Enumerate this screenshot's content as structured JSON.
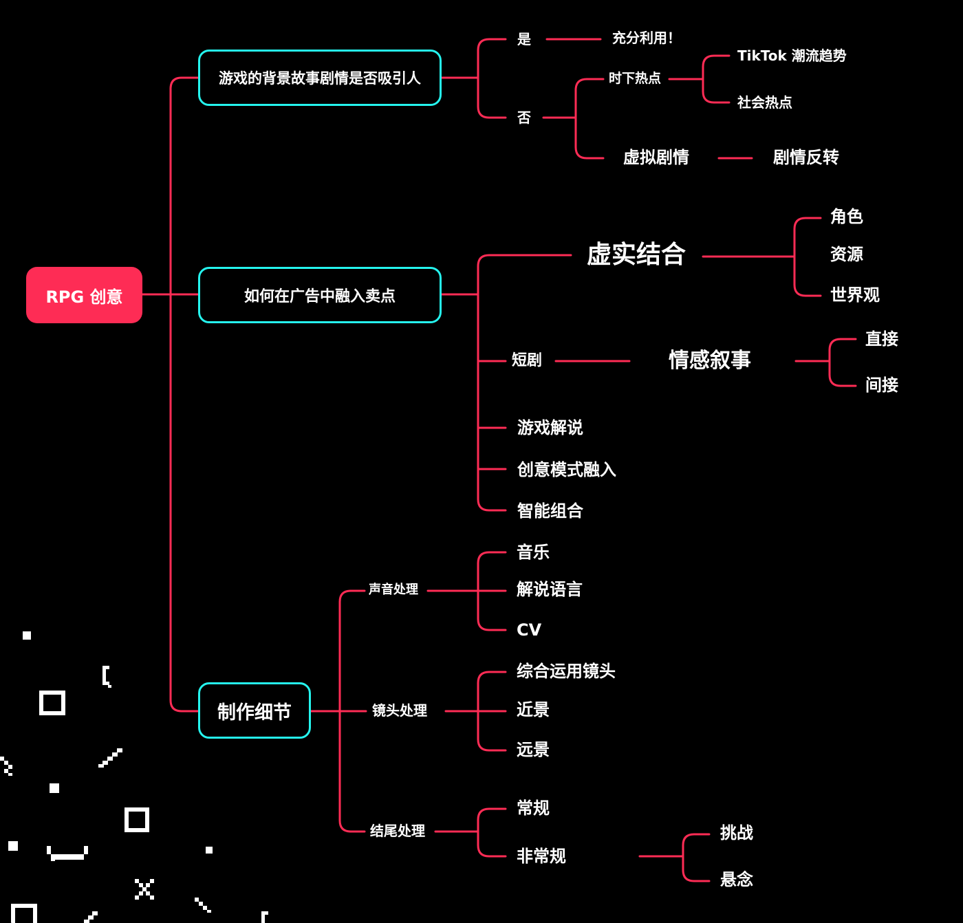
{
  "colors": {
    "background": "#000000",
    "root_fill": "#fe2c55",
    "line": "#fe2c55",
    "box_border": "#25f4ee",
    "text": "#ffffff"
  },
  "root": {
    "label": "RPG 创意"
  },
  "branch1": {
    "label": "游戏的背景故事剧情是否吸引人",
    "yes": {
      "label": "是",
      "child": "充分利用！"
    },
    "no": {
      "label": "否",
      "hot": {
        "label": "时下热点",
        "children": [
          "TikTok 潮流趋势",
          "社会热点"
        ]
      },
      "virtual": {
        "label": "虚拟剧情",
        "child": "剧情反转"
      }
    }
  },
  "branch2": {
    "label": "如何在广告中融入卖点",
    "blend": {
      "label": "虚实结合",
      "children": [
        "角色",
        "资源",
        "世界观"
      ]
    },
    "drama": {
      "label": "短剧",
      "emotion": "情感叙事",
      "children": [
        "直接",
        "间接"
      ]
    },
    "others": [
      "游戏解说",
      "创意模式融入",
      "智能组合"
    ]
  },
  "branch3": {
    "label": "制作细节",
    "sound": {
      "label": "声音处理",
      "children": [
        "音乐",
        "解说语言",
        "CV"
      ]
    },
    "camera": {
      "label": "镜头处理",
      "children": [
        "综合运用镜头",
        "近景",
        "远景"
      ]
    },
    "ending": {
      "label": "结尾处理",
      "normal": "常规",
      "unusual": {
        "label": "非常规",
        "children": [
          "挑战",
          "悬念"
        ]
      }
    }
  }
}
